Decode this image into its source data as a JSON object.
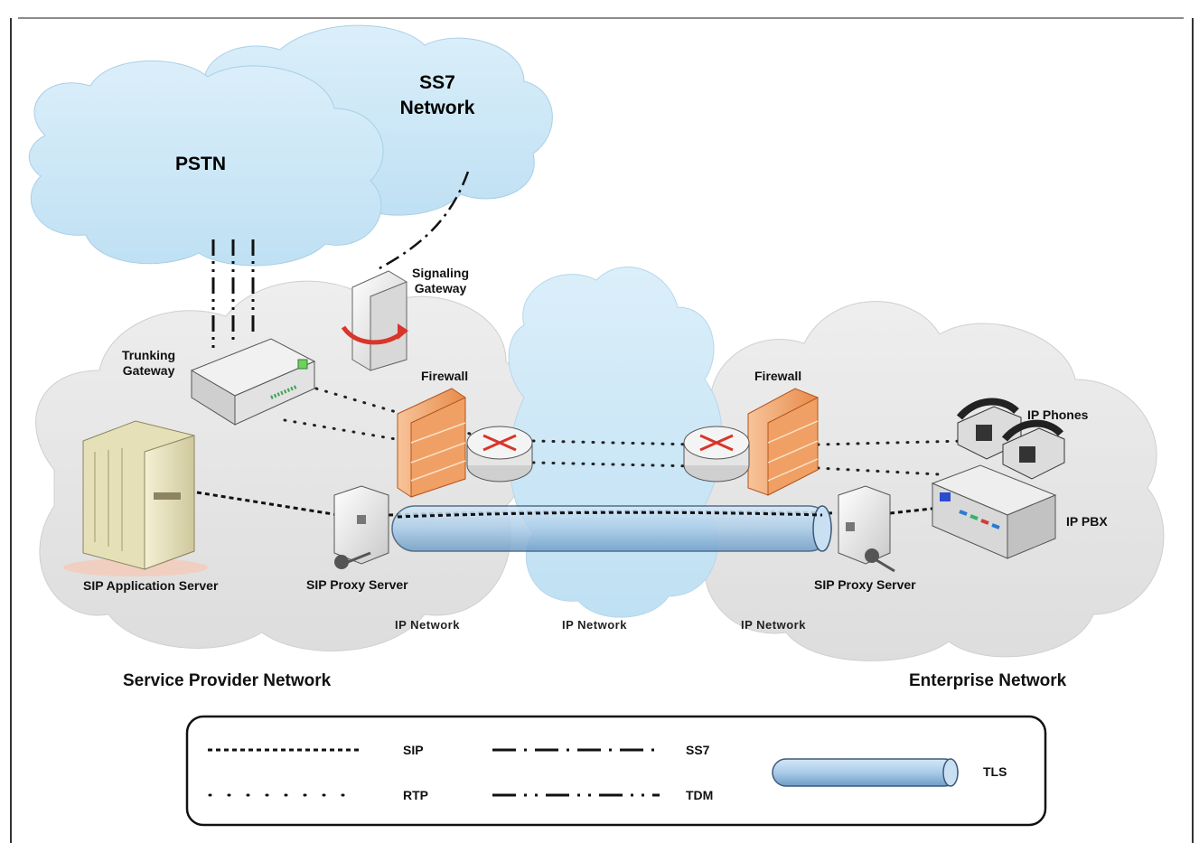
{
  "clouds": {
    "pstn": "PSTN",
    "ss7": "SS7\nNetwork"
  },
  "devices": {
    "signaling_gateway": "Signaling\nGateway",
    "trunking_gateway": "Trunking\nGateway",
    "firewall_left": "Firewall",
    "firewall_right": "Firewall",
    "ip_phones": "IP Phones",
    "ip_pbx": "IP PBX",
    "sip_app_server": "SIP Application Server",
    "sip_proxy_left": "SIP Proxy Server",
    "sip_proxy_right": "SIP Proxy Server"
  },
  "networks": {
    "ip_left": "IP Network",
    "ip_center": "IP Network",
    "ip_right": "IP Network"
  },
  "regions": {
    "service_provider": "Service Provider Network",
    "enterprise": "Enterprise Network"
  },
  "legend": {
    "sip": "SIP",
    "rtp": "RTP",
    "ss7": "SS7",
    "tdm": "TDM",
    "tls": "TLS"
  },
  "colors": {
    "cloud_blue": "#cfe8f6",
    "cloud_gray": "#e8e8e8",
    "firewall_orange": "#f2a66a",
    "tunnel_blue": "#a9cbe8"
  }
}
